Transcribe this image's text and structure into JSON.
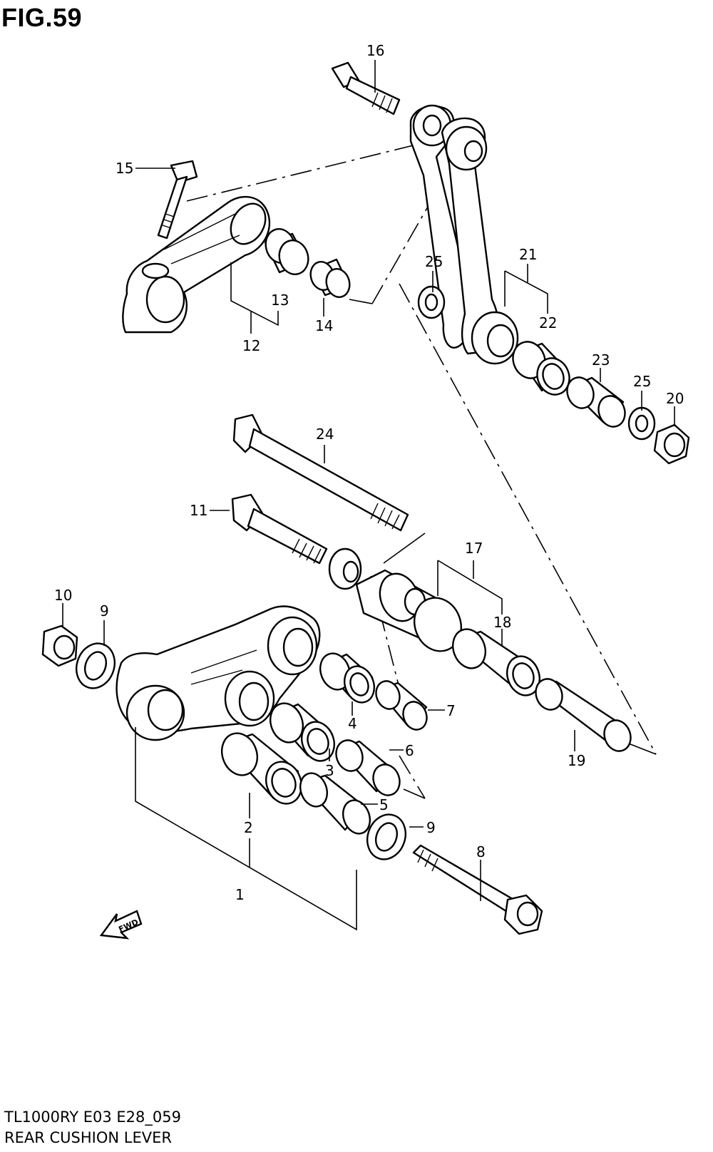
{
  "header": {
    "figure_label": "FIG.59"
  },
  "footer": {
    "model_code": "TL1000RY  E03  E28_059",
    "section_name": "REAR CUSHION LEVER"
  },
  "badge": {
    "fwd_label": "FWD"
  },
  "callouts": [
    "16",
    "15",
    "13",
    "14",
    "12",
    "25",
    "21",
    "22",
    "23",
    "25",
    "20",
    "24",
    "11",
    "17",
    "10",
    "9",
    "18",
    "4",
    "7",
    "6",
    "3",
    "5",
    "2",
    "9",
    "8",
    "1",
    "19"
  ]
}
